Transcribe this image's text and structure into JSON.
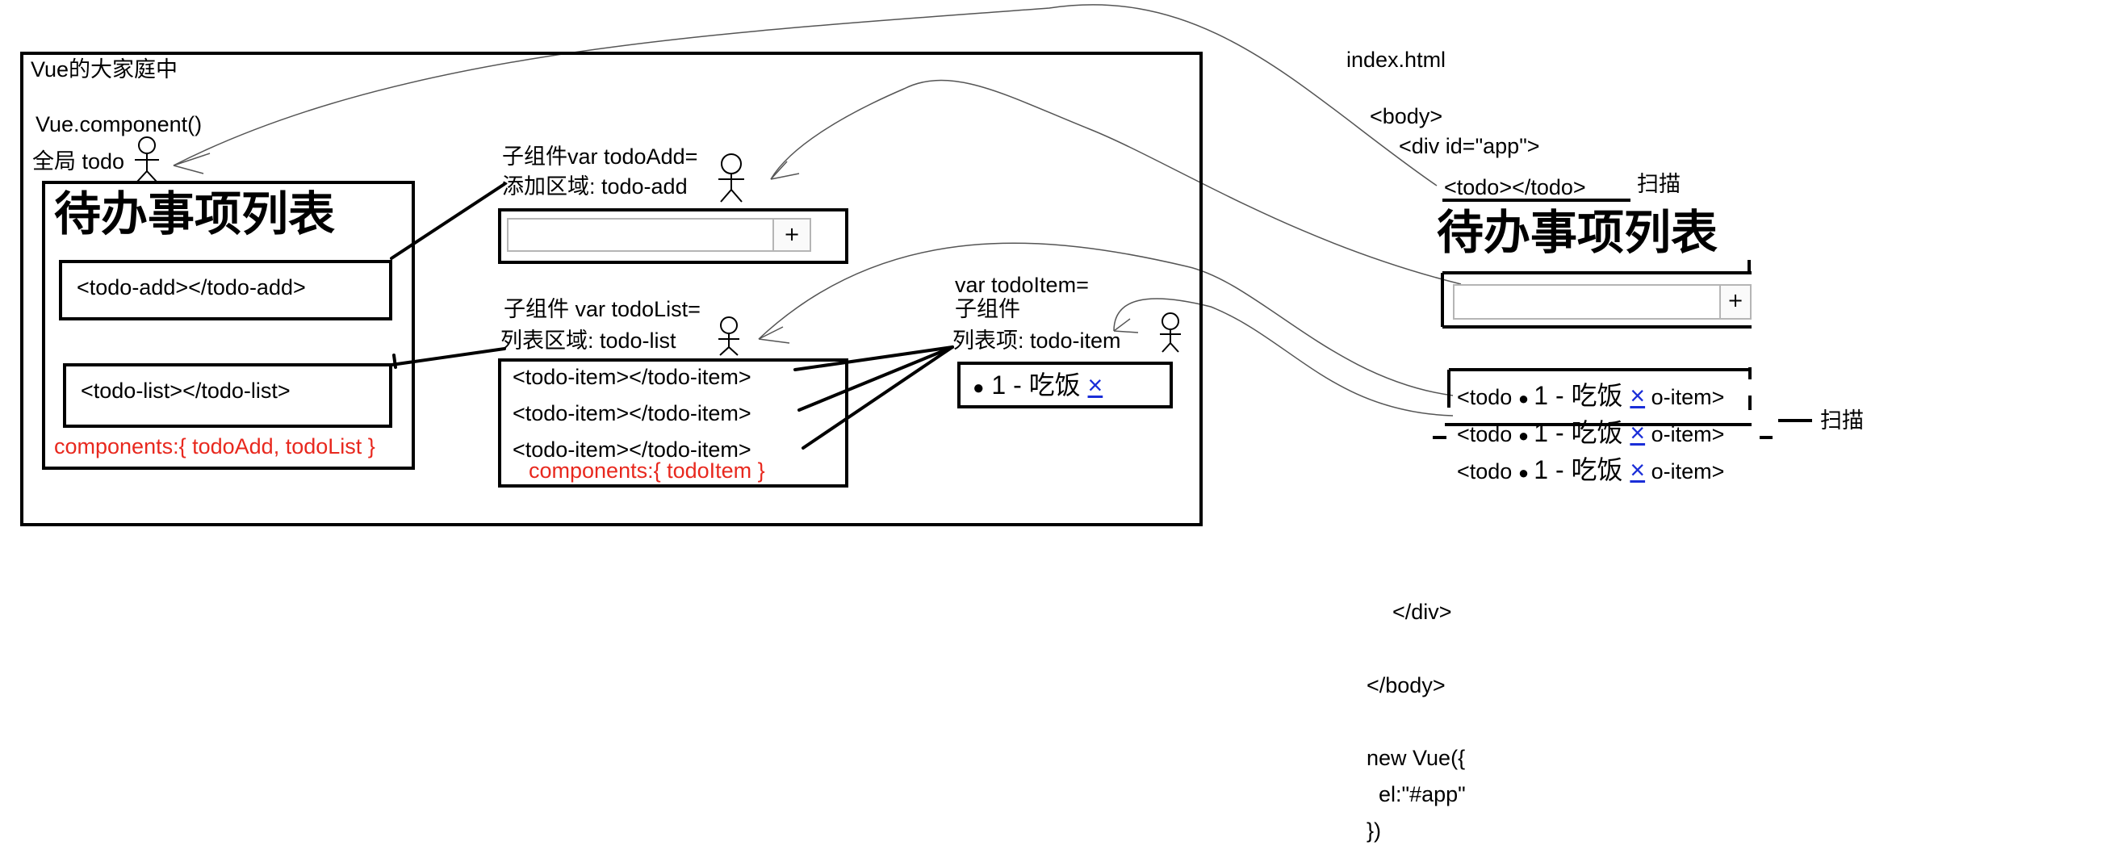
{
  "family": {
    "title": "Vue的大家庭中",
    "component_call": "Vue.component()",
    "global_todo": "全局 todo"
  },
  "todo": {
    "heading": "待办事项列表",
    "add_tag": "<todo-add></todo-add>",
    "list_tag": "<todo-list></todo-list>",
    "components": "components:{ todoAdd, todoList }"
  },
  "todo_add": {
    "line1": "子组件var todoAdd=",
    "line2": "添加区域: todo-add",
    "button": "+"
  },
  "todo_list": {
    "line1": "子组件 var todoList=",
    "line2": "列表区域: todo-list",
    "items": [
      "<todo-item></todo-item>",
      "<todo-item></todo-item>",
      "<todo-item></todo-item>"
    ],
    "components": "components:{ todoItem }"
  },
  "todo_item": {
    "line1": "var todoItem=",
    "line2": "子组件",
    "line3": "列表项: todo-item",
    "text": "1 - 吃饭",
    "close": "×"
  },
  "index": {
    "filename": "index.html",
    "body_open": "<body>",
    "div_open": "<div id=\"app\">",
    "todo_tag": "<todo></todo>",
    "scan1": "扫描",
    "heading": "待办事项列表",
    "button": "+",
    "row_prefix": "<todo",
    "row_suffixes": [
      "o-item>",
      "o-item>",
      "o-item>"
    ],
    "row_text": "1 - 吃饭",
    "row_close": "×",
    "scan2": "扫描",
    "div_close": "</div>",
    "body_close": "</body>",
    "vue_new": "new Vue({",
    "vue_el": "  el:\"#app\"",
    "vue_close": "})"
  }
}
